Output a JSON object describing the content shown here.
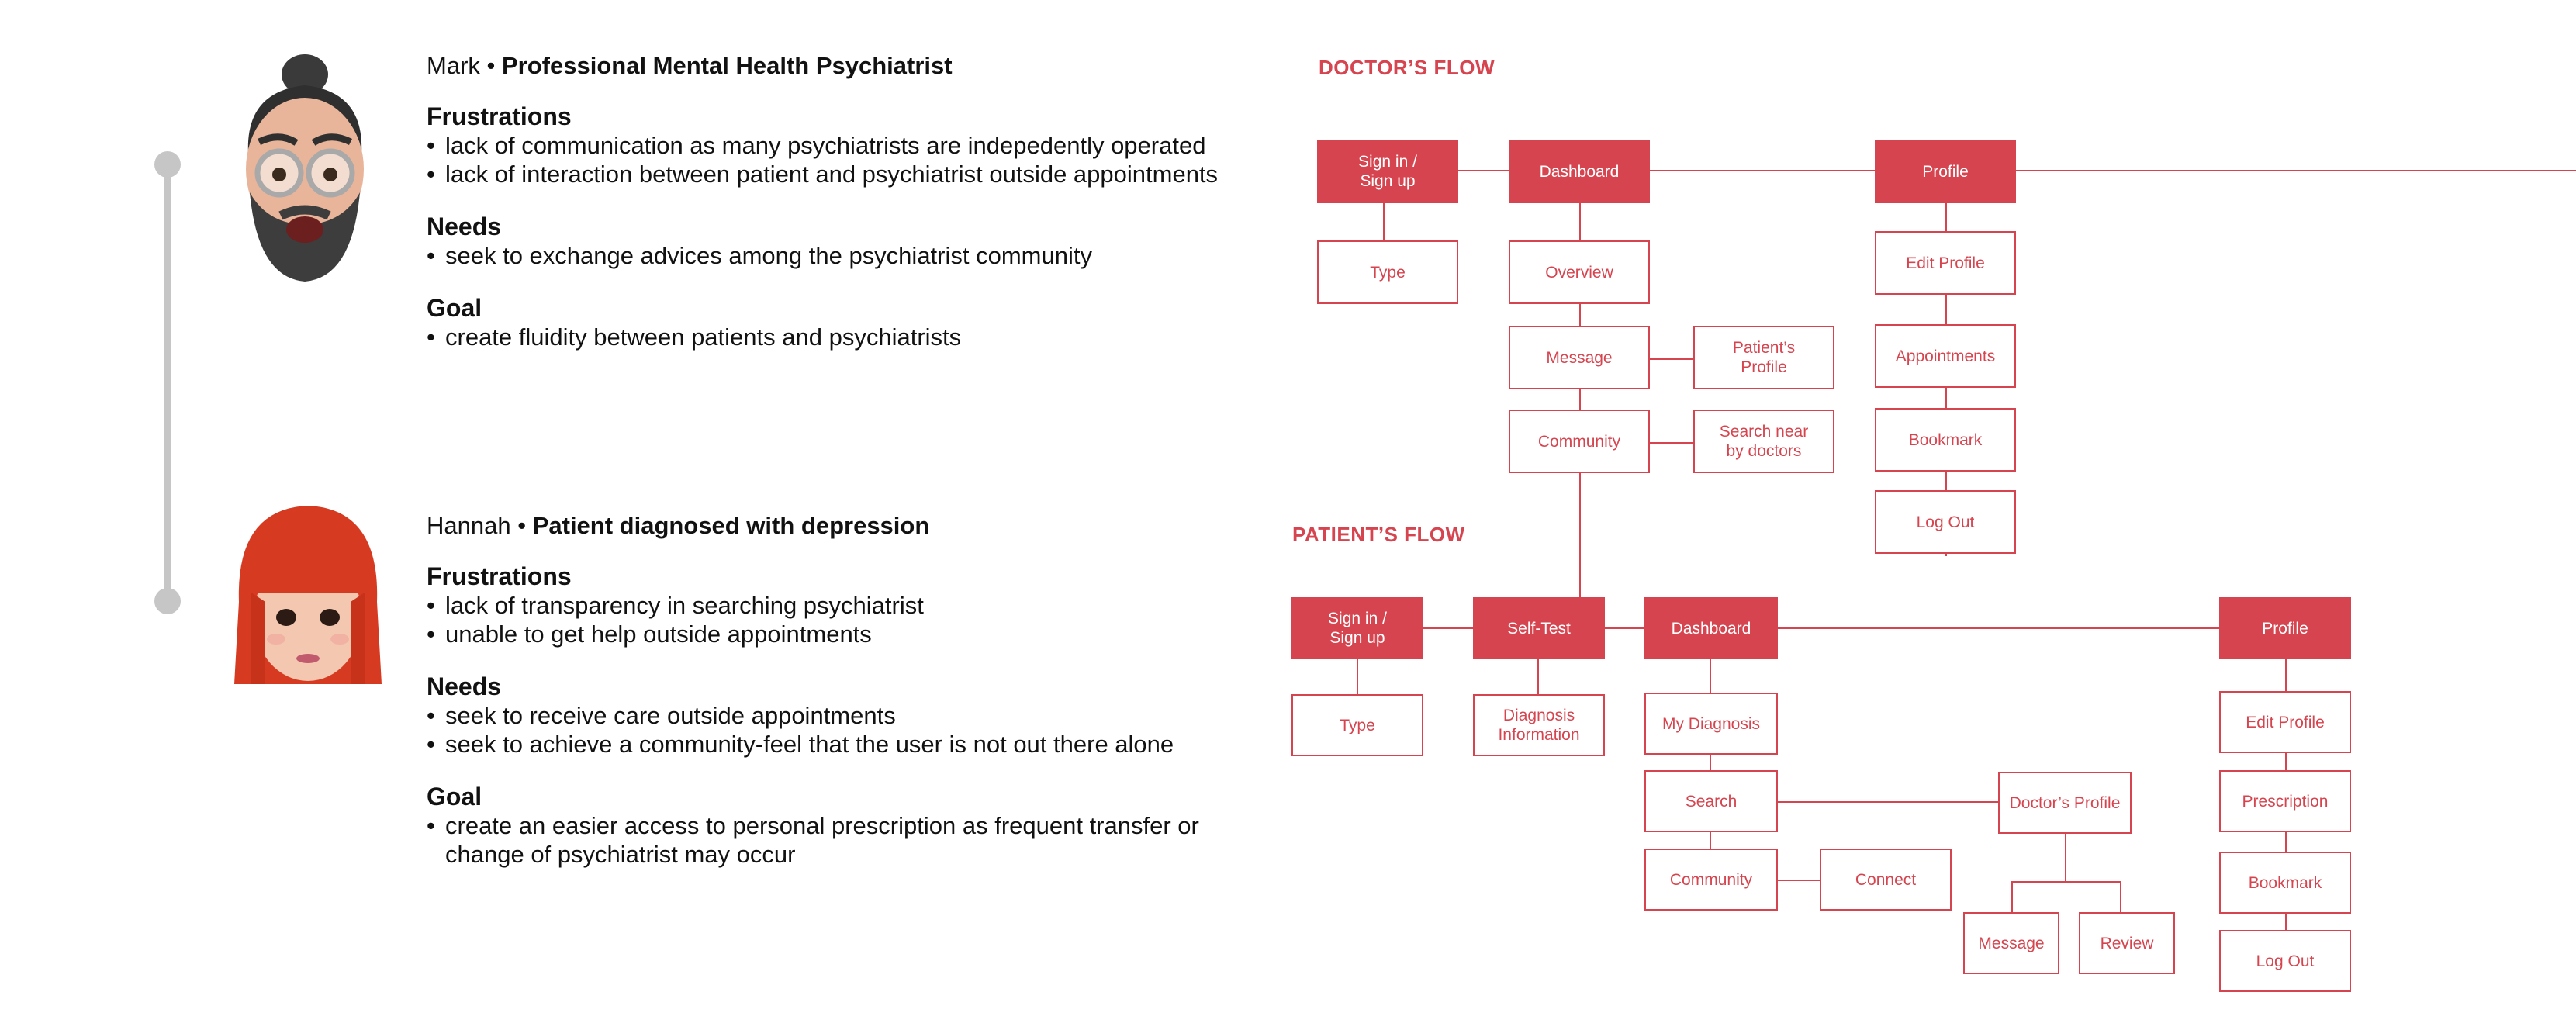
{
  "personas": [
    {
      "name": "Mark",
      "separator": "•",
      "role": "Professional Mental Health Psychiatrist",
      "sections": [
        {
          "heading": "Frustrations",
          "items": [
            "lack of communication as many psychiatrists are indepedently operated",
            "lack of interaction between patient and psychiatrist outside appointments"
          ]
        },
        {
          "heading": "Needs",
          "items": [
            "seek to exchange advices among the psychiatrist community"
          ]
        },
        {
          "heading": "Goal",
          "items": [
            "create fluidity between patients and psychiatrists"
          ]
        }
      ]
    },
    {
      "name": "Hannah",
      "separator": "•",
      "role": "Patient diagnosed with depression",
      "sections": [
        {
          "heading": "Frustrations",
          "items": [
            "lack of transparency in searching psychiatrist",
            "unable to get help outside appointments"
          ]
        },
        {
          "heading": "Needs",
          "items": [
            "seek to receive care outside appointments",
            "seek to achieve a community-feel that the user is not out there alone"
          ]
        },
        {
          "heading": "Goal",
          "items": [
            "create an easier access  to personal prescription as frequent transfer or change of psychiatrist may occur"
          ]
        }
      ]
    }
  ],
  "doctor_flow": {
    "title": "DOCTOR’S FLOW",
    "nodes": {
      "signin": "Sign in /\nSign up",
      "dashboard": "Dashboard",
      "profile": "Profile",
      "type": "Type",
      "overview": "Overview",
      "message": "Message",
      "patient_profile": "Patient’s\nProfile",
      "community": "Community",
      "search_near": "Search near\nby doctors",
      "edit_profile": "Edit Profile",
      "appointments": "Appointments",
      "bookmark": "Bookmark",
      "logout": "Log Out"
    }
  },
  "patient_flow": {
    "title": "PATIENT’S FLOW",
    "nodes": {
      "signin": "Sign in /\nSign up",
      "selftest": "Self-Test",
      "dashboard": "Dashboard",
      "profile": "Profile",
      "type": "Type",
      "diagnosis_info": "Diagnosis\nInformation",
      "my_diagnosis": "My Diagnosis",
      "search": "Search",
      "doctors_profile": "Doctor’s Profile",
      "community": "Community",
      "connect": "Connect",
      "message": "Message",
      "review": "Review",
      "edit_profile": "Edit Profile",
      "prescription": "Prescription",
      "bookmark": "Bookmark",
      "logout": "Log Out"
    }
  },
  "colors": {
    "accent": "#d6454f",
    "timeline": "#c6c6c6"
  },
  "icons": [
    "mark-avatar-icon",
    "hannah-avatar-icon"
  ]
}
